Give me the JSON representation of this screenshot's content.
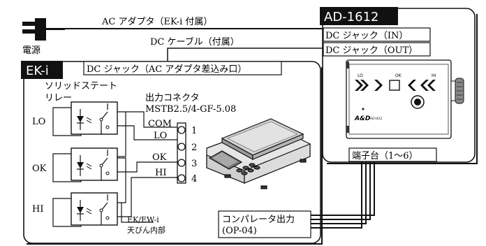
{
  "labels": {
    "power": "電源",
    "ac_adapter": "AC アダプタ（EK-i 付属）",
    "dc_cable": "DC ケーブル（付属）",
    "ek_title": "EK-i",
    "ek_dc_jack": "DC ジャック（AC アダプタ差込み口）",
    "ssr_line1": "ソリッドステート",
    "ssr_line2": "リレー",
    "out_conn_line1": "出力コネクタ",
    "out_conn_line2": "MSTB2.5/4-GF-5.08",
    "balance_internal_line1": "EK/EW-i",
    "balance_internal_line2": "天びん内部",
    "ad_title": "AD-1612",
    "dc_in": "DC ジャック（IN）",
    "dc_out": "DC ジャック（OUT）",
    "terminal_block": "端子台（1～6）",
    "comparator_line1": "コンパレータ出力",
    "comparator_line2": "(OP-04)"
  },
  "relays": [
    {
      "label": "LO"
    },
    {
      "label": "OK"
    },
    {
      "label": "HI"
    }
  ],
  "connector_pins": [
    {
      "signal": "COM",
      "number": "1"
    },
    {
      "signal": "LO",
      "number": "2"
    },
    {
      "signal": "OK",
      "number": "3"
    },
    {
      "signal": "HI",
      "number": "4"
    }
  ],
  "device_panel": {
    "indicator_labels": [
      "LO",
      "OK",
      "HI"
    ],
    "brand": "A&D",
    "model_small": "AD-1612"
  }
}
